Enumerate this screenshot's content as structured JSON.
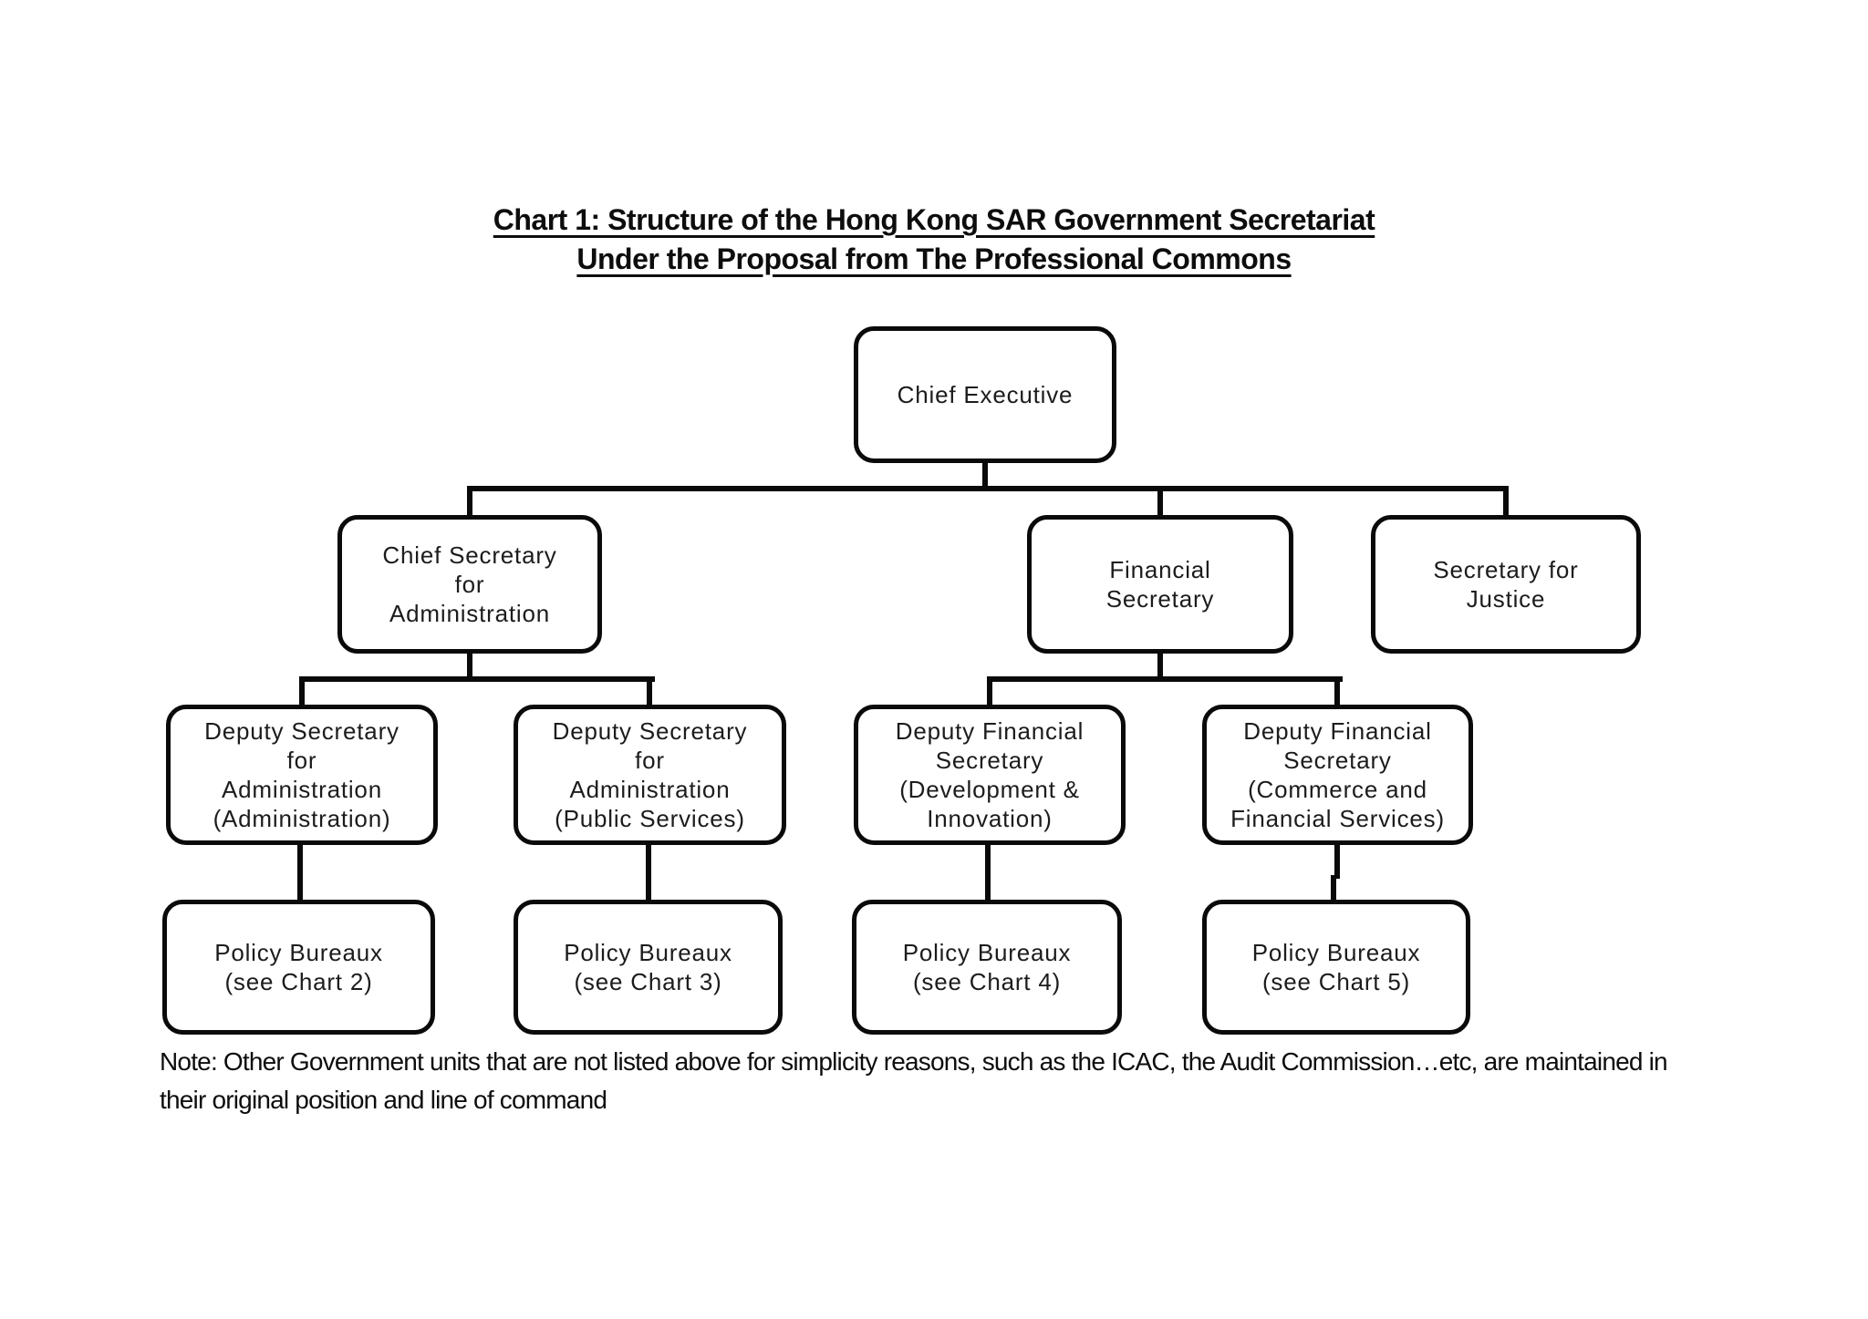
{
  "title": {
    "line1": "Chart 1: Structure of the Hong Kong SAR Government Secretariat",
    "line2": "Under the Proposal from The Professional Commons"
  },
  "nodes": {
    "chief_executive": {
      "label": "Chief Executive"
    },
    "chief_secretary_admin": {
      "label": "Chief Secretary\nfor\nAdministration"
    },
    "financial_secretary": {
      "label": "Financial\nSecretary"
    },
    "secretary_justice": {
      "label": "Secretary for\nJustice"
    },
    "deputy_admin_admin": {
      "label": "Deputy Secretary\nfor\nAdministration\n(Administration)"
    },
    "deputy_admin_public": {
      "label": "Deputy Secretary\nfor\nAdministration\n(Public Services)"
    },
    "deputy_fin_dev": {
      "label": "Deputy Financial\nSecretary\n(Development &\nInnovation)"
    },
    "deputy_fin_commerce": {
      "label": "Deputy Financial\nSecretary\n(Commerce and\nFinancial Services)"
    },
    "policy_chart2": {
      "label": "Policy Bureaux\n(see Chart 2)"
    },
    "policy_chart3": {
      "label": "Policy Bureaux\n(see  Chart 3)"
    },
    "policy_chart4": {
      "label": "Policy Bureaux\n(see Chart 4)"
    },
    "policy_chart5": {
      "label": "Policy Bureaux\n(see Chart 5)"
    }
  },
  "note": {
    "line1": "Note: Other Government units that are not listed above for simplicity reasons, such as the ICAC, the Audit Commission…etc, are maintained in",
    "line2": "their original position and line of command"
  },
  "colors": {
    "background": "#ffffff",
    "line": "#0a0a0a",
    "text": "#1c1c1c"
  }
}
